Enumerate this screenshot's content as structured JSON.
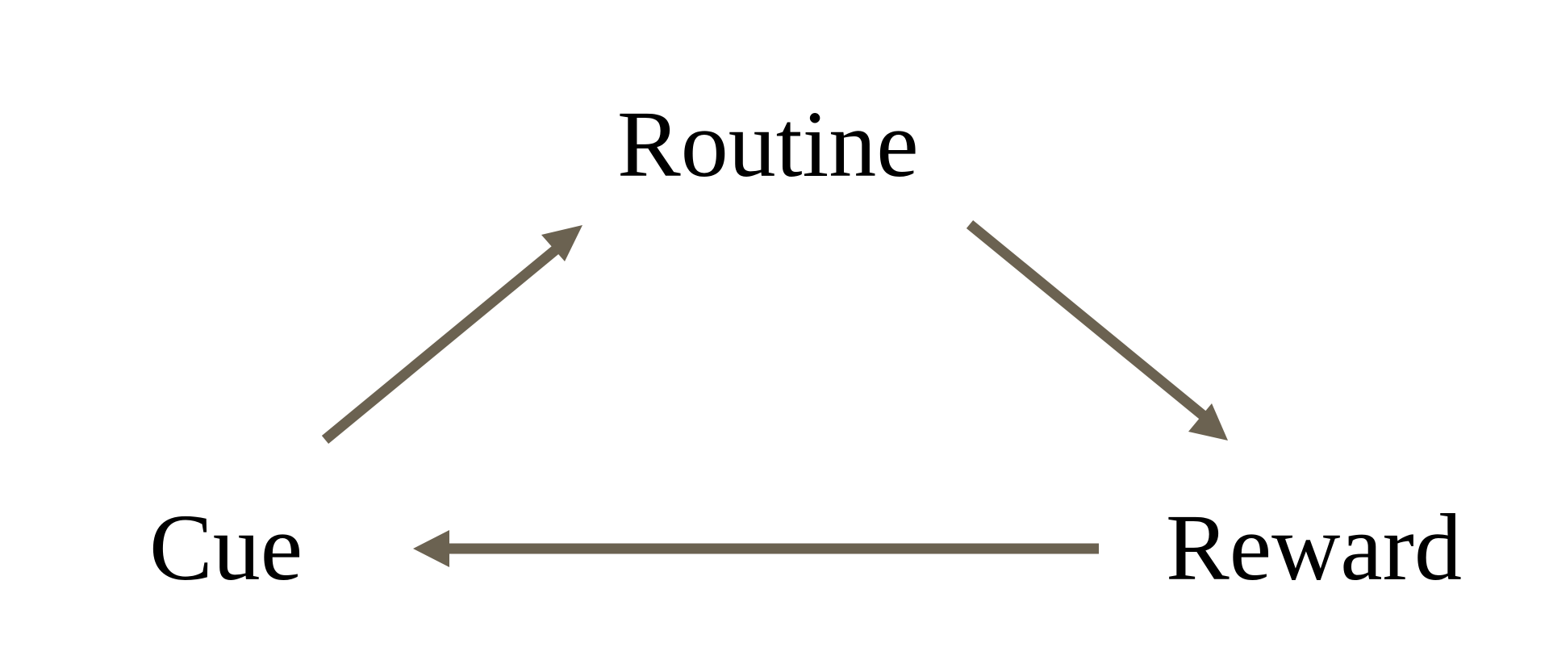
{
  "diagram": {
    "nodes": {
      "routine": "Routine",
      "cue": "Cue",
      "reward": "Reward"
    },
    "edges": [
      {
        "from": "cue",
        "to": "routine"
      },
      {
        "from": "routine",
        "to": "reward"
      },
      {
        "from": "reward",
        "to": "cue"
      }
    ],
    "arrow_color": "#6b6251",
    "text_color": "#000000",
    "background": "#ffffff"
  }
}
